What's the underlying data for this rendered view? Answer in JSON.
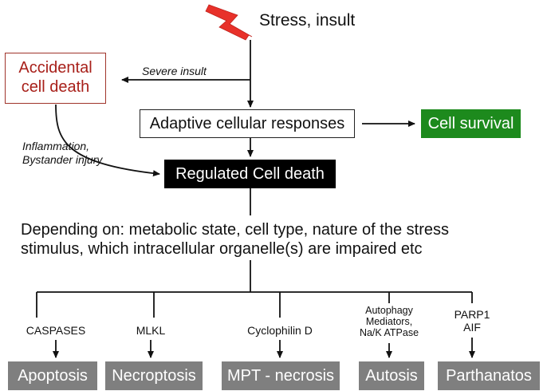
{
  "trigger": {
    "label": "Stress, insult"
  },
  "accidental": {
    "label": "Accidental cell death"
  },
  "severe_insult": {
    "label": "Severe insult"
  },
  "adaptive": {
    "label": "Adaptive cellular responses"
  },
  "survival": {
    "label": "Cell survival"
  },
  "inflammation": {
    "label": "Inflammation,\nBystander injury"
  },
  "regulated": {
    "label": "Regulated Cell death"
  },
  "depending": {
    "line1": "Depending on:  metabolic state, cell type, nature of the stress",
    "line2": "stimulus, which intracellular organelle(s) are impaired etc"
  },
  "branches": [
    {
      "mediator": "CASPASES",
      "outcome": "Apoptosis"
    },
    {
      "mediator": "MLKL",
      "outcome": "Necroptosis"
    },
    {
      "mediator": "Cyclophilin D",
      "outcome": "MPT - necrosis"
    },
    {
      "mediator": "Autophagy\nMediators,\nNa/K ATPase",
      "outcome": "Autosis"
    },
    {
      "mediator": "PARP1\nAIF",
      "outcome": "Parthanatos"
    }
  ],
  "colors": {
    "lightning": "#e8312a",
    "accidental": "#a8201a",
    "survival": "#1d8a1d",
    "regulated": "#000000",
    "outcome": "#7f7f7f"
  }
}
